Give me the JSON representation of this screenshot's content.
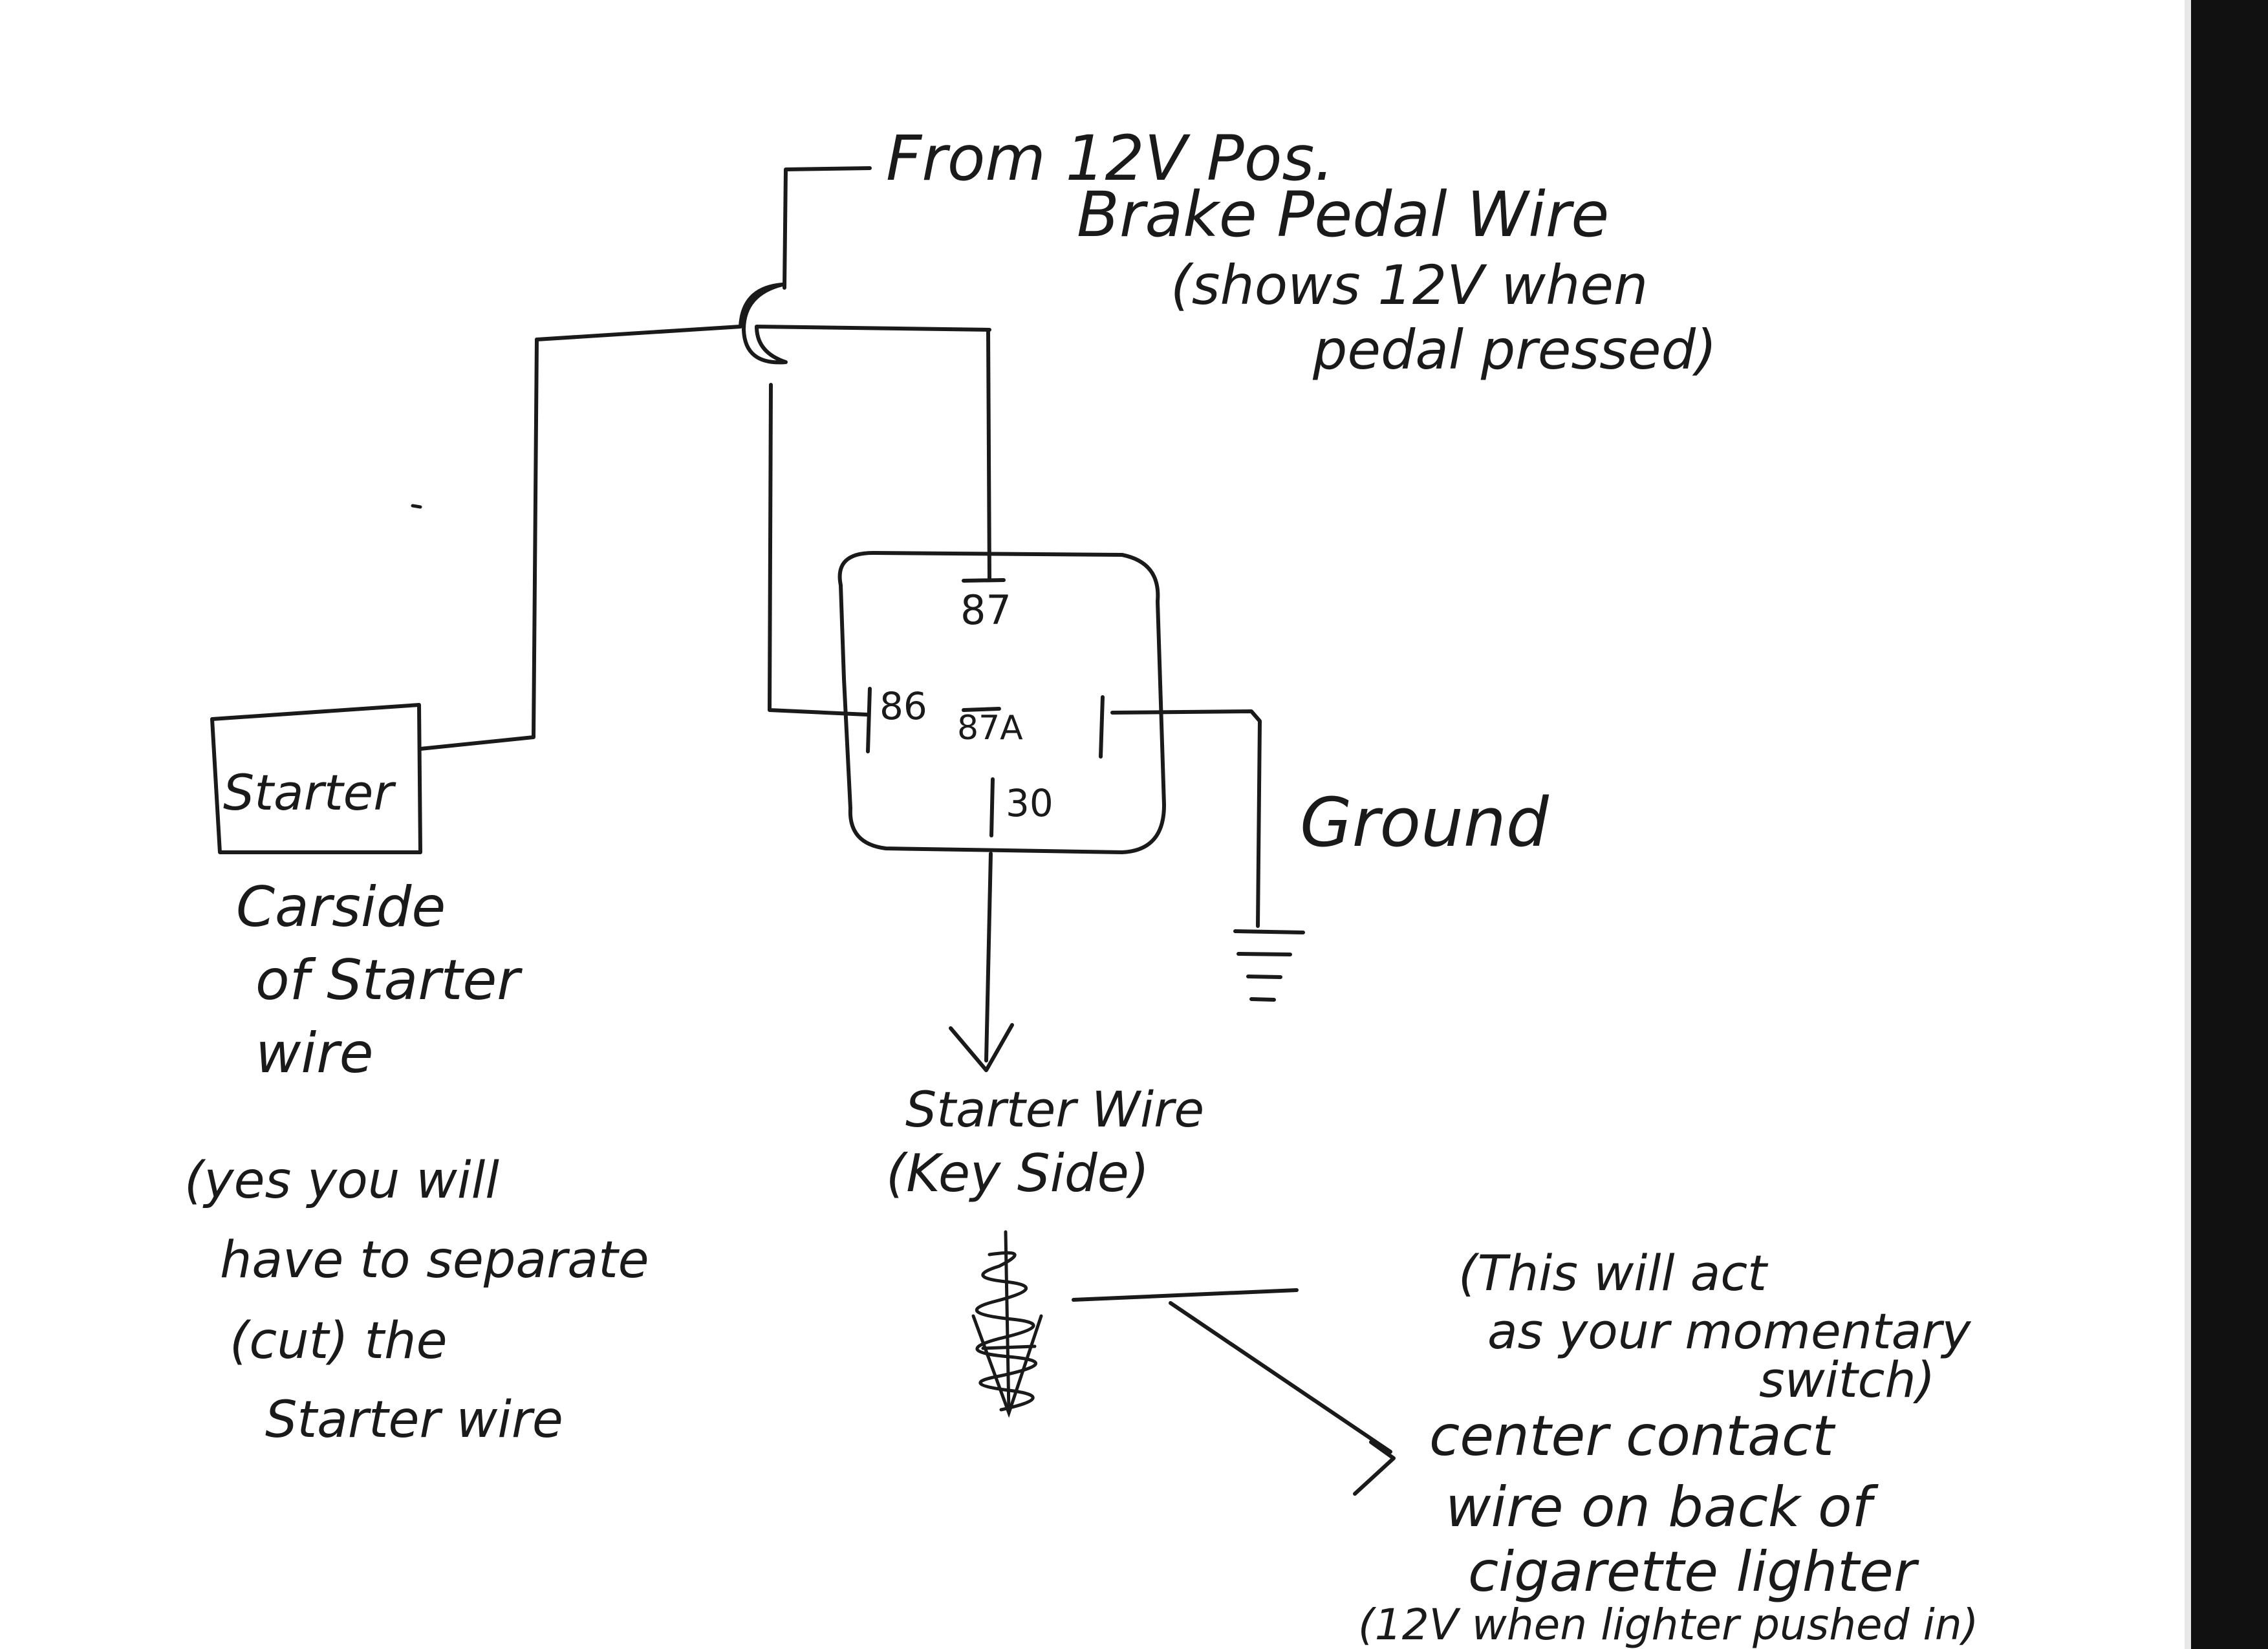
{
  "colors": {
    "paper": "#ffffff",
    "ink": "#1a1a1a",
    "scan_edge": "#111111"
  },
  "source": {
    "line1": "From 12V Pos.",
    "line2": "Brake Pedal Wire",
    "line3": "(shows 12V when",
    "line4": "pedal pressed)"
  },
  "relay": {
    "pin_87": "87",
    "pin_86": "86",
    "pin_87a": "87A",
    "pin_30": "30"
  },
  "starter": {
    "box_label": "Starter",
    "caption_line1": "Carside",
    "caption_line2": "of Starter",
    "caption_line3": "wire"
  },
  "ground": {
    "label": "Ground"
  },
  "starter_wire": {
    "line1": "Starter Wire",
    "line2": "(Key Side)"
  },
  "note_cut": {
    "line1": "(yes you will",
    "line2": "have to separate",
    "line3": "(cut) the",
    "line4": "Starter wire"
  },
  "note_switch": {
    "line1": "(This will act",
    "line2": "as your momentary",
    "line3": "switch)"
  },
  "lighter": {
    "line1": "center contact",
    "line2": "wire on back of",
    "line3": "cigarette lighter",
    "line4": "(12V when lighter pushed in)"
  }
}
